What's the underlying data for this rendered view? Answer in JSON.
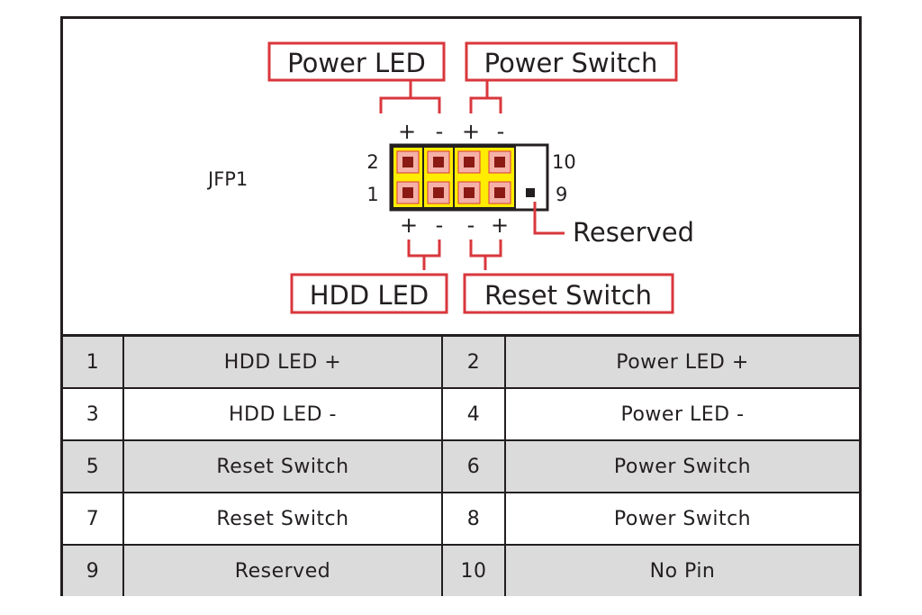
{
  "colors": {
    "accent_red": "#d9373c",
    "pin_yellow": "#ffec00",
    "pin_pink": "#f5b1a7",
    "pin_dark": "#8b1a14",
    "outline": "#231f20",
    "row_shade": "#dcdbdb"
  },
  "diagram": {
    "connector_name": "JFP1",
    "callouts": {
      "power_led": "Power LED",
      "power_switch": "Power Switch",
      "hdd_led": "HDD LED",
      "reset_switch": "Reset Switch",
      "reserved": "Reserved"
    },
    "pin_numbers": {
      "top_left": "2",
      "bottom_left": "1",
      "top_right": "10",
      "bottom_right": "9"
    },
    "polarity": {
      "top": [
        "+",
        "-",
        "+",
        "-"
      ],
      "bottom": [
        "+",
        "-",
        "-",
        "+"
      ]
    }
  },
  "table": {
    "rows": [
      {
        "pin_a": "1",
        "signal_a": "HDD LED +",
        "pin_b": "2",
        "signal_b": "Power LED +"
      },
      {
        "pin_a": "3",
        "signal_a": "HDD LED -",
        "pin_b": "4",
        "signal_b": "Power LED -"
      },
      {
        "pin_a": "5",
        "signal_a": "Reset Switch",
        "pin_b": "6",
        "signal_b": "Power Switch"
      },
      {
        "pin_a": "7",
        "signal_a": "Reset Switch",
        "pin_b": "8",
        "signal_b": "Power Switch"
      },
      {
        "pin_a": "9",
        "signal_a": "Reserved",
        "pin_b": "10",
        "signal_b": "No Pin"
      }
    ]
  }
}
